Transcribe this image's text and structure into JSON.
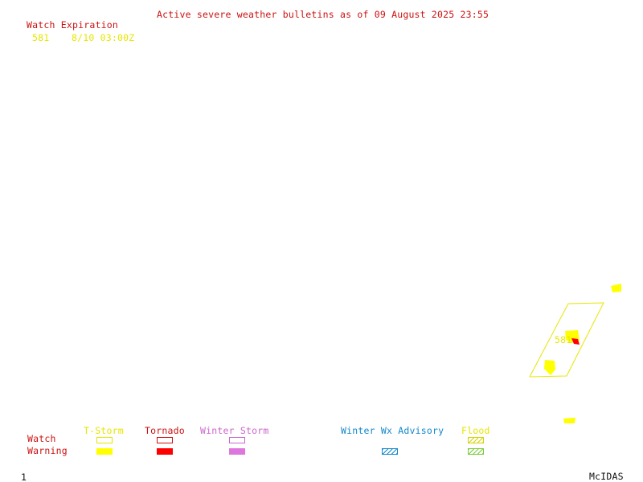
{
  "header": {
    "title": "Active severe weather bulletins as of 09 August 2025 23:55"
  },
  "watch_list": {
    "heading": "Watch Expiration",
    "rows": [
      {
        "id": "581",
        "expiration": "8/10 03:00Z"
      }
    ]
  },
  "map": {
    "watch_box_label": "581",
    "colors": {
      "tstorm": "#ffff00",
      "tornado": "#ff0000",
      "winter_storm": "#dd77dd",
      "winter_adv": "#1188cc",
      "flood": "#77cc33"
    }
  },
  "legend": {
    "row_labels": {
      "watch": "Watch",
      "warning": "Warning"
    },
    "categories": {
      "tstorm": "T-Storm",
      "tornado": "Tornado",
      "winter_storm": "Winter Storm",
      "winter_adv": "Winter Wx Advisory",
      "flood": "Flood"
    }
  },
  "footer": {
    "frame_number": "1",
    "brand": "McIDAS"
  }
}
